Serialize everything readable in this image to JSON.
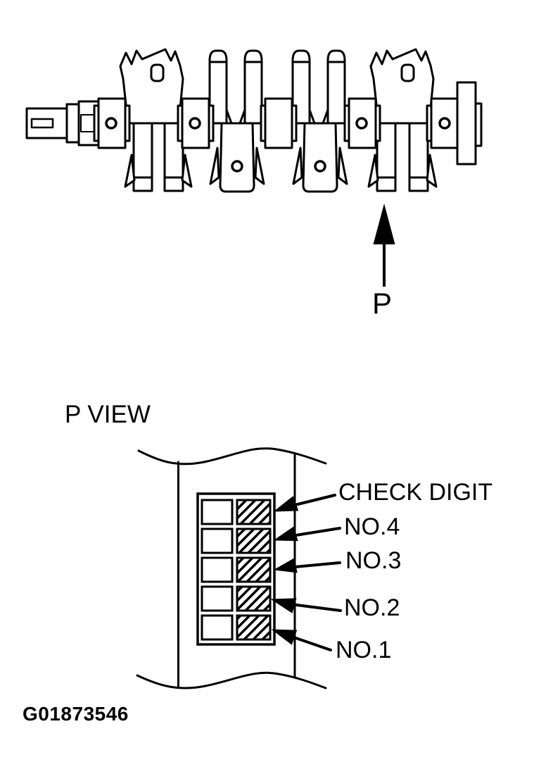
{
  "canvas": {
    "background": "#ffffff",
    "line_color": "#000000"
  },
  "figure": {
    "figure_id": "G01873546",
    "main_view": {
      "drawing": "crankshaft-side-view",
      "pointer_label": "P"
    },
    "p_view": {
      "title": "P VIEW",
      "callouts": [
        "CHECK DIGIT",
        "NO.4",
        "NO.3",
        "NO.2",
        "NO.1"
      ],
      "stamp_grid": {
        "rows": 5,
        "columns": 2,
        "hatched_column": "right",
        "row_meanings_top_to_bottom": [
          "CHECK DIGIT",
          "NO.4",
          "NO.3",
          "NO.2",
          "NO.1"
        ]
      }
    }
  }
}
